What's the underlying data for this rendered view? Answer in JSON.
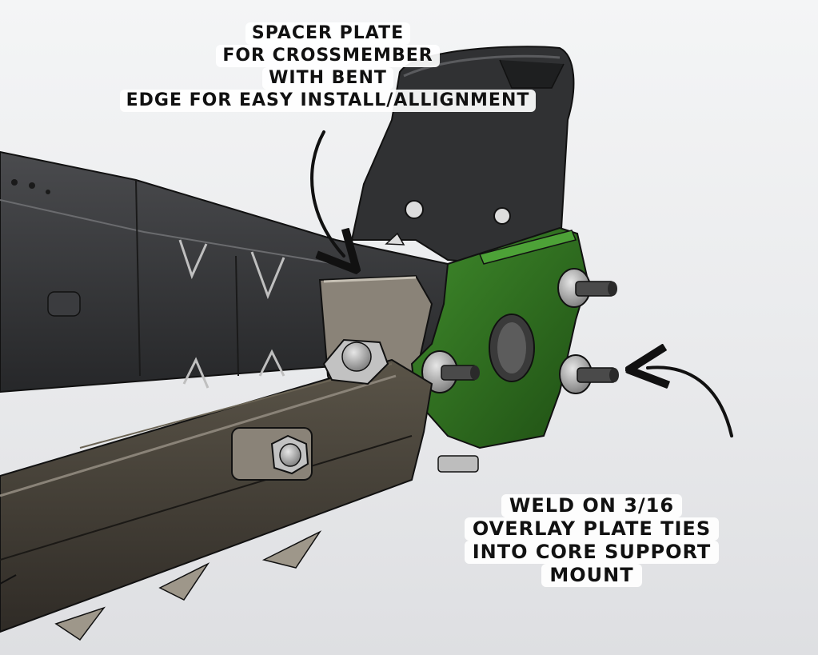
{
  "callouts": {
    "spacer_plate": {
      "lines": [
        "SPACER PLATE",
        "FOR CROSSMEMBER",
        "WITH BENT",
        "EDGE FOR EASY INSTALL/ALLIGNMENT"
      ]
    },
    "overlay_plate": {
      "lines": [
        "WELD ON 3/16",
        "OVERLAY PLATE TIES",
        "INTO CORE SUPPORT",
        "MOUNT"
      ]
    }
  },
  "colors": {
    "background": "#eceef0",
    "frame_rail": "#2d2e30",
    "overlay_plate": "#2e6b1f",
    "control_arm": "#3f3a33",
    "spacer_plate": "#8a8378",
    "hardware": "#b8b8b8",
    "annotation_arrow": "#111111"
  }
}
